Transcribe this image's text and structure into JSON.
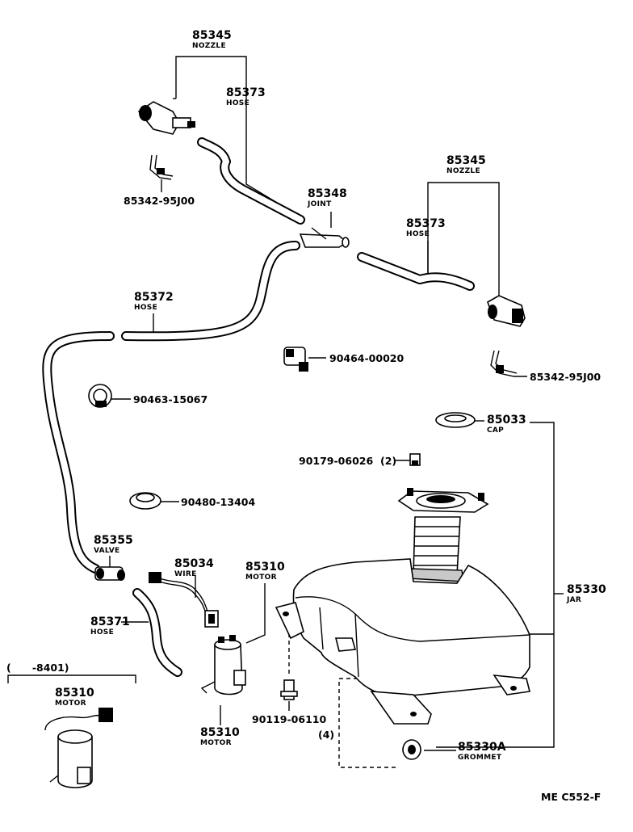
{
  "parts": {
    "nozzle_top": {
      "number": "85345",
      "name": "NOZZLE"
    },
    "hose_top": {
      "number": "85373",
      "name": "HOSE"
    },
    "clip_left": {
      "number": "85342-95J00"
    },
    "joint": {
      "number": "85348",
      "name": "JOINT"
    },
    "nozzle_right": {
      "number": "85345",
      "name": "NOZZLE"
    },
    "hose_right": {
      "number": "85373",
      "name": "HOSE"
    },
    "hose_long": {
      "number": "85372",
      "name": "HOSE"
    },
    "clamp_mid": {
      "number": "90464-00020"
    },
    "clip_right": {
      "number": "85342-95J00"
    },
    "clamp_ring": {
      "number": "90463-15067"
    },
    "cap": {
      "number": "85033",
      "name": "CAP"
    },
    "bolt_small": {
      "number": "90179-06026",
      "qty": "(2)"
    },
    "grommet_plug": {
      "number": "90480-13404"
    },
    "valve": {
      "number": "85355",
      "name": "VALVE"
    },
    "wire": {
      "number": "85034",
      "name": "WIRE"
    },
    "motor_upper": {
      "number": "85310",
      "name": "MOTOR"
    },
    "jar": {
      "number": "85330",
      "name": "JAR"
    },
    "hose_small": {
      "number": "85371",
      "name": "HOSE"
    },
    "variant_range": "(      -8401)",
    "motor_variant": {
      "number": "85310",
      "name": "MOTOR"
    },
    "motor_lower": {
      "number": "85310",
      "name": "MOTOR"
    },
    "bolt": {
      "number": "90119-06110",
      "qty": "(4)"
    },
    "grommet": {
      "number": "85330A",
      "name": "GROMMET"
    }
  },
  "figure_code": "ME C552-F"
}
